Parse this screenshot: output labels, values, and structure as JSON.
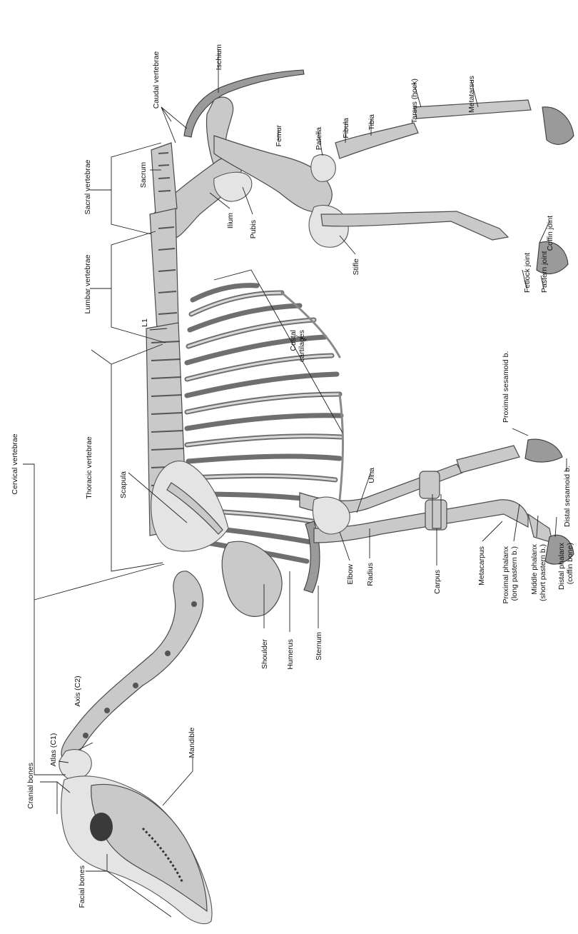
{
  "labels": {
    "cervical_vertebrae": "Cervical vertebrae",
    "atlas": "Atlas (C1)",
    "axis": "Axis (C2)",
    "cranial_bones": "Cranial bones",
    "facial_bones": "Facial bones",
    "mandible": "Mandible",
    "shoulder": "Shoulder",
    "humerus": "Humerus",
    "sternum": "Sternum",
    "elbow": "Elbow",
    "radius": "Radius",
    "carpus": "Carpus",
    "metacarpus": "Metacarpus",
    "proximal_phalanx_1": "Proximal phalanx",
    "proximal_phalanx_2": "(long pastern b.)",
    "middle_phalanx_1": "Middle phalanx",
    "middle_phalanx_2": "(short pastern b.)",
    "distal_phalanx_1": "Distal phalanx",
    "distal_phalanx_2": "(coffin bone)",
    "thoracic_vertebrae": "Thoracic vertebrae",
    "scapula": "Scapula",
    "ulna": "Ulna",
    "distal_sesamoid": "Distal sesamoid b.",
    "proximal_sesamoid": "Proximal sesamoid b.",
    "costal_cartilages_1": "Costal",
    "costal_cartilages_2": "cartilages",
    "lumbar_vertebrae": "Lumbar vertebrae",
    "l1": "L1",
    "sacral_vertebrae": "Sacral vertebrae",
    "sacrum": "Sacrum",
    "caudal_vertebrae": "Caudal vertebrae",
    "ischium": "Ischium",
    "ilium": "Ilium",
    "pubis": "Pubis",
    "stifle": "Stifle",
    "femur": "Femur",
    "patella": "Patella",
    "fibula": "Fibula",
    "tibia": "Tibia",
    "tarsus": "Tarsus (hock)",
    "metatarsus": "Metatarsus",
    "coffin_joint": "Coffin joint",
    "fetlock_joint": "Fetlock joint",
    "pastern_joint": "Pastern joint"
  }
}
